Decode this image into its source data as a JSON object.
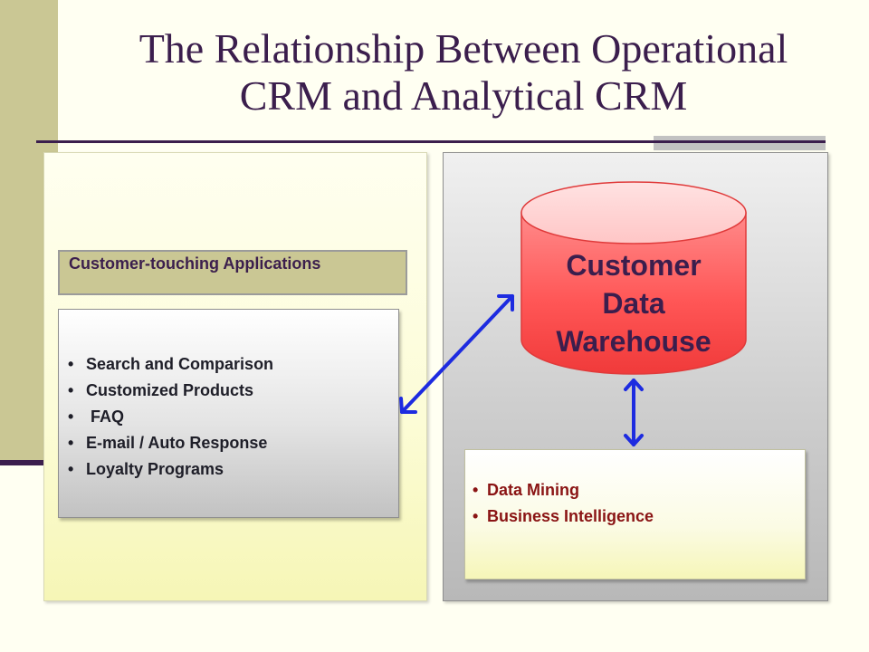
{
  "slide": {
    "title_line1": "The Relationship Between Operational",
    "title_line2": "CRM and Analytical CRM"
  },
  "operational": {
    "header": "Customer-touching Applications",
    "items": [
      "Search and Comparison",
      "Customized Products",
      " FAQ",
      "E-mail / Auto Response",
      "Loyalty Programs"
    ]
  },
  "analytical": {
    "warehouse_line1": "Customer",
    "warehouse_line2": "Data",
    "warehouse_line3": "Warehouse",
    "items": [
      "Data Mining",
      "Business Intelligence"
    ]
  },
  "colors": {
    "title_text": "#3b1e4d",
    "accent_strip": "#cac794",
    "database_fill": "#ff5a5a",
    "arrow": "#1d2be0",
    "analytics_text": "#8a1414"
  }
}
